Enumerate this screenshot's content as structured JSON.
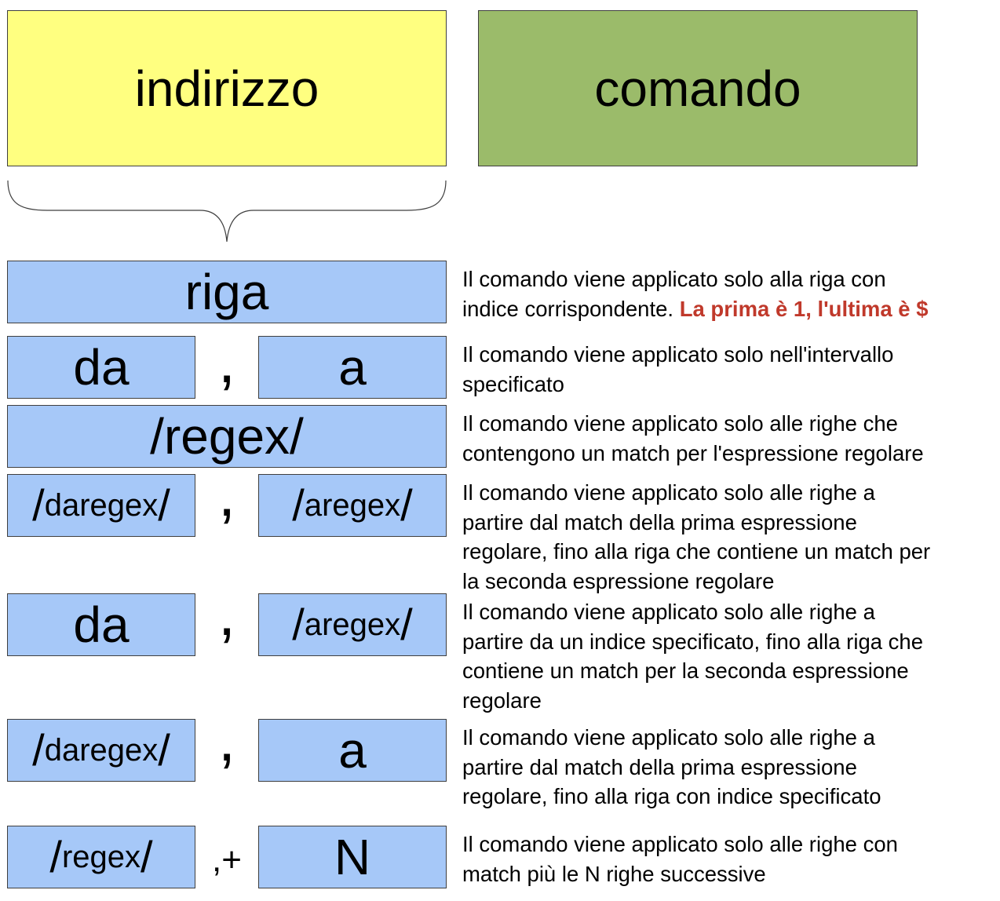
{
  "colors": {
    "address_box": "#ffff80",
    "command_box": "#9bbb6a",
    "form_box": "#a6c8f8",
    "accent_text": "#c0392b"
  },
  "header": {
    "address_label": "indirizzo",
    "command_label": "comando"
  },
  "rows": [
    {
      "left": "riga",
      "desc_lines": [
        "Il comando viene applicato solo alla riga con",
        "indice corrispondente. "
      ],
      "desc_accent": "La prima è 1, l'ultima è $"
    },
    {
      "left": "da",
      "separator": ",",
      "right": "a",
      "desc_lines": [
        "Il comando viene applicato solo nell'intervallo",
        "specificato"
      ]
    },
    {
      "left": "/regex/",
      "desc_lines": [
        "Il comando viene applicato solo alle righe che",
        "contengono un match per l'espressione regolare"
      ]
    },
    {
      "left_slash_open": "/",
      "left_inner": "daregex",
      "left_slash_close": "/",
      "separator": ",",
      "right_slash_open": "/",
      "right_inner": "aregex",
      "right_slash_close": "/",
      "desc_lines": [
        "Il comando viene applicato solo alle righe a",
        "partire dal match della prima espressione",
        "regolare, fino alla riga che contiene un match per",
        "la seconda espressione regolare"
      ]
    },
    {
      "left": "da",
      "separator": ",",
      "right_slash_open": "/",
      "right_inner": "aregex",
      "right_slash_close": "/",
      "desc_lines": [
        "Il comando viene applicato solo alle righe a",
        "partire da un indice specificato, fino alla riga che",
        "contiene un match per la seconda espressione",
        "regolare"
      ]
    },
    {
      "left_slash_open": "/",
      "left_inner": "daregex",
      "left_slash_close": "/",
      "separator": ",",
      "right": "a",
      "desc_lines": [
        "Il comando viene applicato solo alle righe a",
        "partire dal match della prima espressione",
        "regolare, fino alla riga con indice specificato"
      ]
    },
    {
      "left_slash_open": "/",
      "left_inner": "regex",
      "left_slash_close": "/",
      "separator": ",+",
      "right": "N",
      "desc_lines": [
        "Il comando viene applicato solo alle righe con",
        "match più le N righe successive"
      ]
    }
  ]
}
